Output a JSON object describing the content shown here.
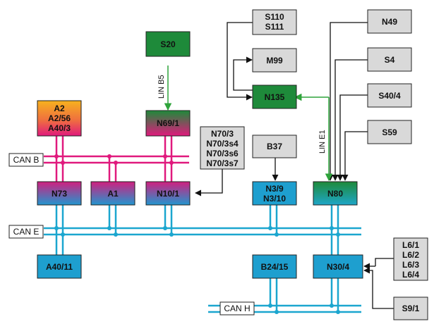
{
  "colors": {
    "can_b": "#e0197d",
    "can_e": "#1ba6cf",
    "can_h": "#1ba6cf",
    "lin": "#2ea33a",
    "wire": "#111111",
    "grey_box": "#d9d9d9",
    "green_box": "#1e8a3a",
    "cyan_box": "#1e9fcf"
  },
  "buses": {
    "can_b": "CAN B",
    "can_e": "CAN E",
    "can_h": "CAN H"
  },
  "lin_links": {
    "lin_b5": "LIN B5",
    "lin_e1": "LIN E1"
  },
  "modules": {
    "a2": [
      "A2",
      "A2/56",
      "A40/3"
    ],
    "n73": "N73",
    "a1": "A1",
    "n10_1": "N10/1",
    "n69_1": "N69/1",
    "s20": "S20",
    "n70": [
      "N70/3",
      "N70/3s4",
      "N70/3s6",
      "N70/3s7"
    ],
    "b37": "B37",
    "n3": [
      "N3/9",
      "N3/10"
    ],
    "s110": [
      "S110",
      "S111"
    ],
    "m99": "M99",
    "n135": "N135",
    "n49": "N49",
    "s4": "S4",
    "s40_4": "S40/4",
    "s59": "S59",
    "n80": "N80",
    "a40_11": "A40/11",
    "b24_15": "B24/15",
    "n30_4": "N30/4",
    "l6": [
      "L6/1",
      "L6/2",
      "L6/3",
      "L6/4"
    ],
    "s9_1": "S9/1"
  }
}
